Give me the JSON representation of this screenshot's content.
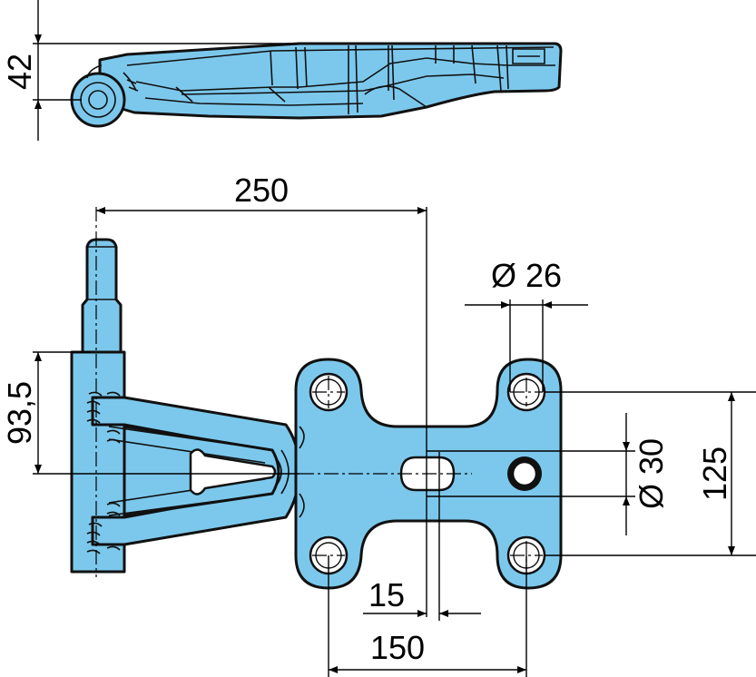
{
  "dimensions": {
    "height": "42",
    "length": "250",
    "bolt_hole": "Ø 26",
    "pin_offset": "93,5",
    "center_hole": "Ø 30",
    "hole_spacing_vertical": "125",
    "slot_offset": "15",
    "hole_spacing_horizontal": "150"
  },
  "colors": {
    "part_fill": "#7cc8ec",
    "outline": "#111111"
  }
}
